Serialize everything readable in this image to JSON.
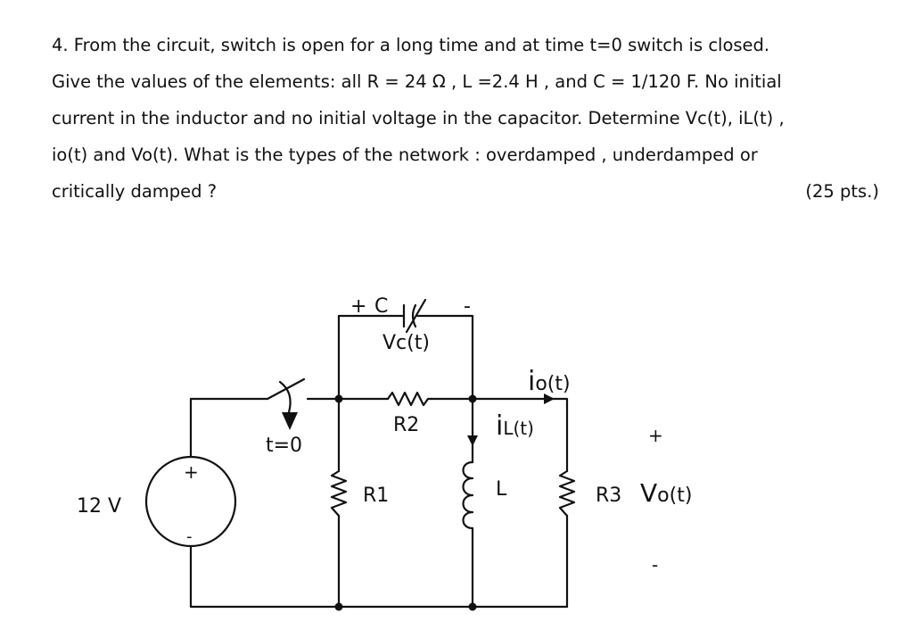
{
  "question": {
    "lines": [
      "4. From the circuit, switch is open for a long time and at time t=0 switch is closed.",
      "Give the values of the elements: all R = 24 Ω , L =2.4 H , and C = 1/120 F.  No initial",
      "current in the inductor and no initial voltage in the capacitor. Determine Vc(t), iL(t) ,",
      "io(t) and Vo(t).  What is the types of the network :  overdamped , underdamped or",
      "critically damped ?"
    ],
    "points": "(25 pts.)"
  },
  "circuit": {
    "source_label": "12 V",
    "source_plus": "+",
    "source_minus": "-",
    "switch_label": "t=0",
    "cap_plus": "+",
    "cap_label": "C",
    "cap_minus": "-",
    "cap_voltage": "Vc(t)",
    "r1_label": "R1",
    "r2_label": "R2",
    "r3_label": "R3",
    "inductor_label": "L",
    "il_i": "i",
    "il_sub": "L(t)",
    "io_i": "i",
    "io_sub": "o(t)",
    "vo_plus": "+",
    "vo_V": "V",
    "vo_sub": "o(t)",
    "vo_minus": "-"
  }
}
